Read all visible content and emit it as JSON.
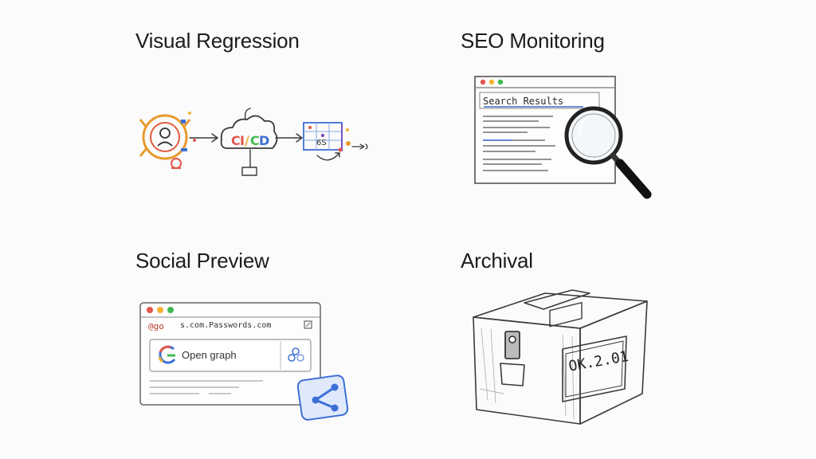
{
  "panels": {
    "visual_regression": {
      "title": "Visual Regression",
      "pipeline_label": "CI/CD"
    },
    "seo_monitoring": {
      "title": "SEO Monitoring",
      "page_heading": "Search Results"
    },
    "social_preview": {
      "title": "Social Preview",
      "site_short": "@go",
      "url_text": "s.com.Passwords.com",
      "card_text": "Open graph"
    },
    "archival": {
      "title": "Archival",
      "label_text": "OK.2.01"
    }
  },
  "colors": {
    "traffic_red": "#e2574c",
    "traffic_yellow": "#f2b233",
    "traffic_green": "#3fb950",
    "accent_blue": "#3d6fd6",
    "ink": "#333333"
  }
}
